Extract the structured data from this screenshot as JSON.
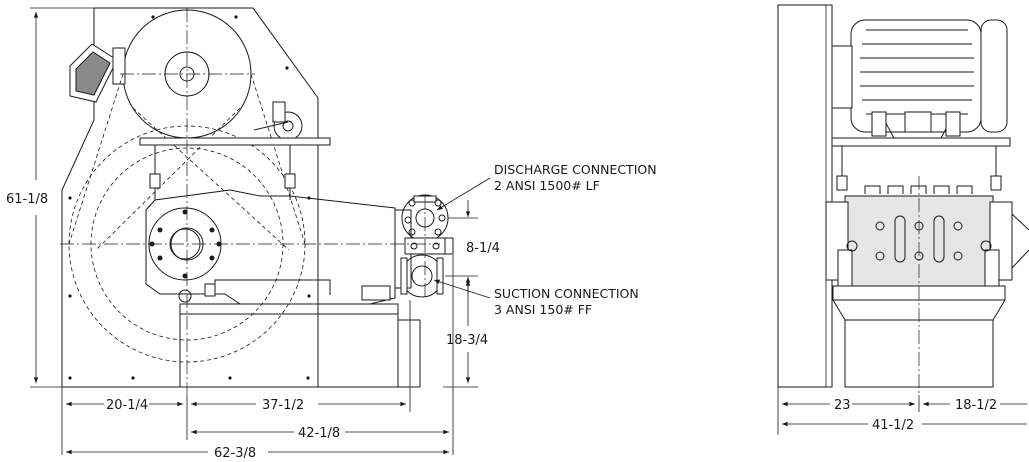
{
  "side_view": {
    "overall_height": "61-1/8",
    "dim_base_to_pump": "20-1/4",
    "dim_pump_to_discharge": "37-1/2",
    "dim_center_to_flange": "42-1/8",
    "overall_length": "62-3/8",
    "connection_spacing": "8-1/4",
    "suction_height": "18-3/4"
  },
  "callouts": {
    "discharge_title": "DISCHARGE CONNECTION",
    "discharge_spec": "2 ANSI 1500# LF",
    "suction_title": "SUCTION CONNECTION",
    "suction_spec": "3 ANSI 150# FF"
  },
  "end_view": {
    "dim_left": "23",
    "dim_right": "18-1/2",
    "overall_width": "41-1/2"
  }
}
